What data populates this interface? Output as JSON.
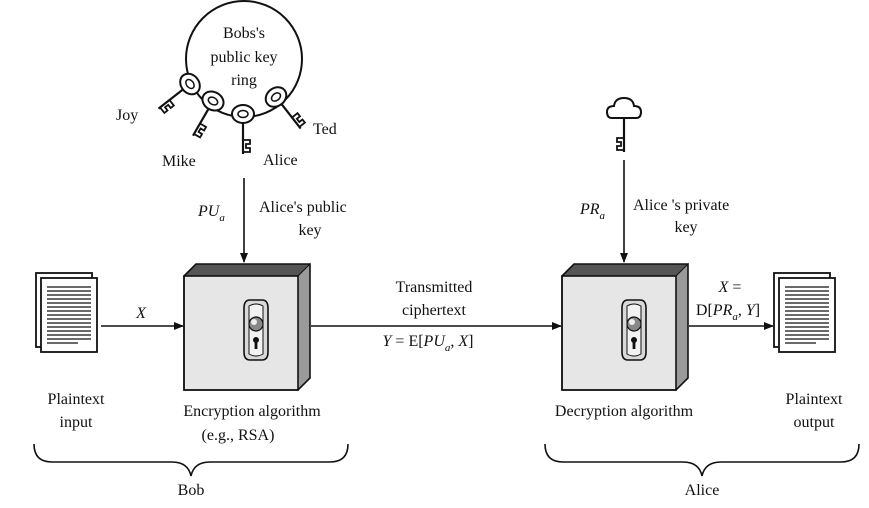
{
  "key_ring": {
    "title_lines": [
      "Bobs's",
      "public key",
      "ring"
    ],
    "keys": [
      "Joy",
      "Mike",
      "Alice",
      "Ted"
    ]
  },
  "public_key": {
    "symbol": "PU",
    "subscript": "a",
    "label_lines": [
      "Alice's public",
      "key"
    ]
  },
  "private_key": {
    "symbol": "PR",
    "subscript": "a",
    "label_lines": [
      "Alice 's private",
      "key"
    ]
  },
  "input": {
    "label_lines": [
      "Plaintext",
      "input"
    ],
    "arrow_var": "X"
  },
  "encryption": {
    "label_lines": [
      "Encryption algorithm",
      "(e.g., RSA)"
    ]
  },
  "channel": {
    "label_lines": [
      "Transmitted",
      "ciphertext"
    ],
    "formula": {
      "lhs": "Y",
      "eq": " = E[",
      "key": "PU",
      "sub": "a",
      "sep": ", ",
      "arg": "X",
      "end": "]"
    }
  },
  "decryption": {
    "label_lines": [
      "Decryption algorithm"
    ]
  },
  "output_formula": {
    "line1_var": "X",
    "line1_eq": " =",
    "pre": "D[",
    "key": "PR",
    "sub": "a",
    "sep": ", ",
    "arg": "Y",
    "end": "]"
  },
  "output": {
    "label_lines": [
      "Plaintext",
      "output"
    ]
  },
  "parties": {
    "left": "Bob",
    "right": "Alice"
  },
  "colors": {
    "ink": "#111111",
    "box_front": "#e6e6e6",
    "box_top": "#555555",
    "box_side": "#9a9a9a"
  }
}
